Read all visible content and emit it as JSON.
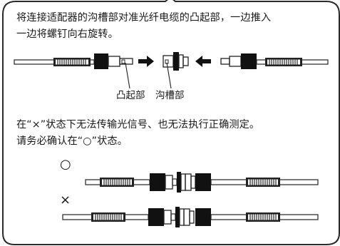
{
  "instructions": {
    "line1": "将连接适配器的沟槽部对准光纤电缆的凸起部，一边推入",
    "line2": "一边将螺钉向右旋转。"
  },
  "diagram": {
    "convex_label": "凸起部",
    "groove_label": "沟槽部"
  },
  "warning": {
    "line1": "在“×”状态下无法传输光信号、也无法执行正确测定。",
    "line2": "请务必确认在“○”状态。"
  },
  "marks": {
    "ok": "○",
    "ng": "×"
  }
}
